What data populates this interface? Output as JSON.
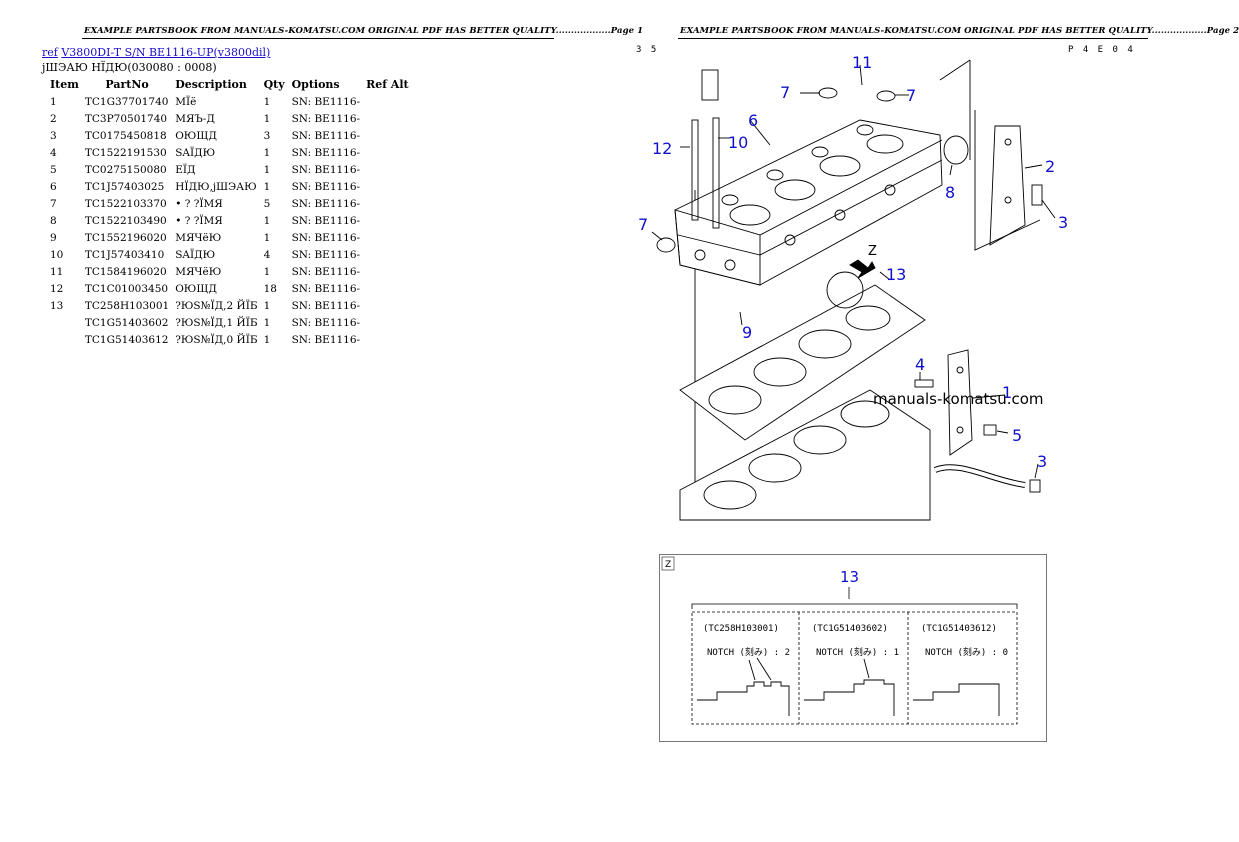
{
  "headers": {
    "page1": "EXAMPLE PARTSBOOK FROM MANUALS-KOMATSU.COM ORIGINAL PDF HAS BETTER QUALITY..................Page 1",
    "page2": "EXAMPLE PARTSBOOK FROM MANUALS-KOMATSU.COM ORIGINAL PDF HAS BETTER QUALITY..................Page 2"
  },
  "ref": {
    "ref_link": "ref",
    "model_link": "V3800DI-T S/N BE1116-UP(v3800dil)"
  },
  "subtitle": "јШЭАЮ НЇДЮ(030080 : 0008)",
  "table": {
    "columns": [
      "Item",
      "PartNo",
      "Description",
      "Qty",
      "Options",
      "Ref Alt"
    ],
    "rows": [
      {
        "item": "1",
        "part": "TC1G37701740",
        "desc": "МЇё",
        "qty": "1",
        "opt": "SN: BE1116-"
      },
      {
        "item": "2",
        "part": "TC3P70501740",
        "desc": "МЯЪ-Д",
        "qty": "1",
        "opt": "SN: BE1116-"
      },
      {
        "item": "3",
        "part": "TC0175450818",
        "desc": "ОЮЩД",
        "qty": "3",
        "opt": "SN: BE1116-"
      },
      {
        "item": "4",
        "part": "TC1522191530",
        "desc": "SAЇДЮ",
        "qty": "1",
        "opt": "SN: BE1116-"
      },
      {
        "item": "5",
        "part": "TC0275150080",
        "desc": "ЕЇД",
        "qty": "1",
        "opt": "SN: BE1116-"
      },
      {
        "item": "6",
        "part": "TC1J57403025",
        "desc": "НЇДЮ,јШЭАЮ",
        "qty": "1",
        "opt": "SN: BE1116-"
      },
      {
        "item": "7",
        "part": "TC1522103370",
        "desc": "• ? ?ЇМЯ",
        "qty": "5",
        "opt": "SN: BE1116-"
      },
      {
        "item": "8",
        "part": "TC1522103490",
        "desc": "• ? ?ЇМЯ",
        "qty": "1",
        "opt": "SN: BE1116-"
      },
      {
        "item": "9",
        "part": "TC1552196020",
        "desc": "МЯЧёЮ",
        "qty": "1",
        "opt": "SN: BE1116-"
      },
      {
        "item": "10",
        "part": "TC1J57403410",
        "desc": "SAЇДЮ",
        "qty": "4",
        "opt": "SN: BE1116-"
      },
      {
        "item": "11",
        "part": "TC1584196020",
        "desc": "МЯЧёЮ",
        "qty": "1",
        "opt": "SN: BE1116-"
      },
      {
        "item": "12",
        "part": "TC1C01003450",
        "desc": "ОЮЩД",
        "qty": "18",
        "opt": "SN: BE1116-"
      },
      {
        "item": "13",
        "part": "TC258H103001",
        "desc": "?ЮЅ№ЇД,2 ЙЇБ",
        "qty": "1",
        "opt": "SN: BE1116-"
      },
      {
        "item": "",
        "part": "TC1G51403602",
        "desc": "?ЮЅ№ЇД,1 ЙЇБ",
        "qty": "1",
        "opt": "SN: BE1116-"
      },
      {
        "item": "",
        "part": "TC1G51403612",
        "desc": "?ЮЅ№ЇД,0 ЙЇБ",
        "qty": "1",
        "opt": "SN: BE1116-"
      }
    ]
  },
  "page2": {
    "code_left": "3 5",
    "code_right": "P 4 E 0 4",
    "watermark": "manuals-komatsu.com",
    "callouts": {
      "c1": "1",
      "c2": "2",
      "c3a": "3",
      "c3b": "3",
      "c4": "4",
      "c5": "5",
      "c6": "6",
      "c7a": "7",
      "c7b": "7",
      "c7c": "7",
      "c8": "8",
      "c9": "9",
      "c10": "10",
      "c11": "11",
      "c12": "12",
      "c13": "13",
      "cZ": "Z"
    },
    "detail": {
      "tag": "Z",
      "callout": "13",
      "variants": [
        {
          "part": "(TC258H103001)",
          "notch": "NOTCH (刻み) : 2"
        },
        {
          "part": "(TC1G51403602)",
          "notch": "NOTCH (刻み) : 1"
        },
        {
          "part": "(TC1G51403612)",
          "notch": "NOTCH (刻み) : 0"
        }
      ]
    }
  }
}
